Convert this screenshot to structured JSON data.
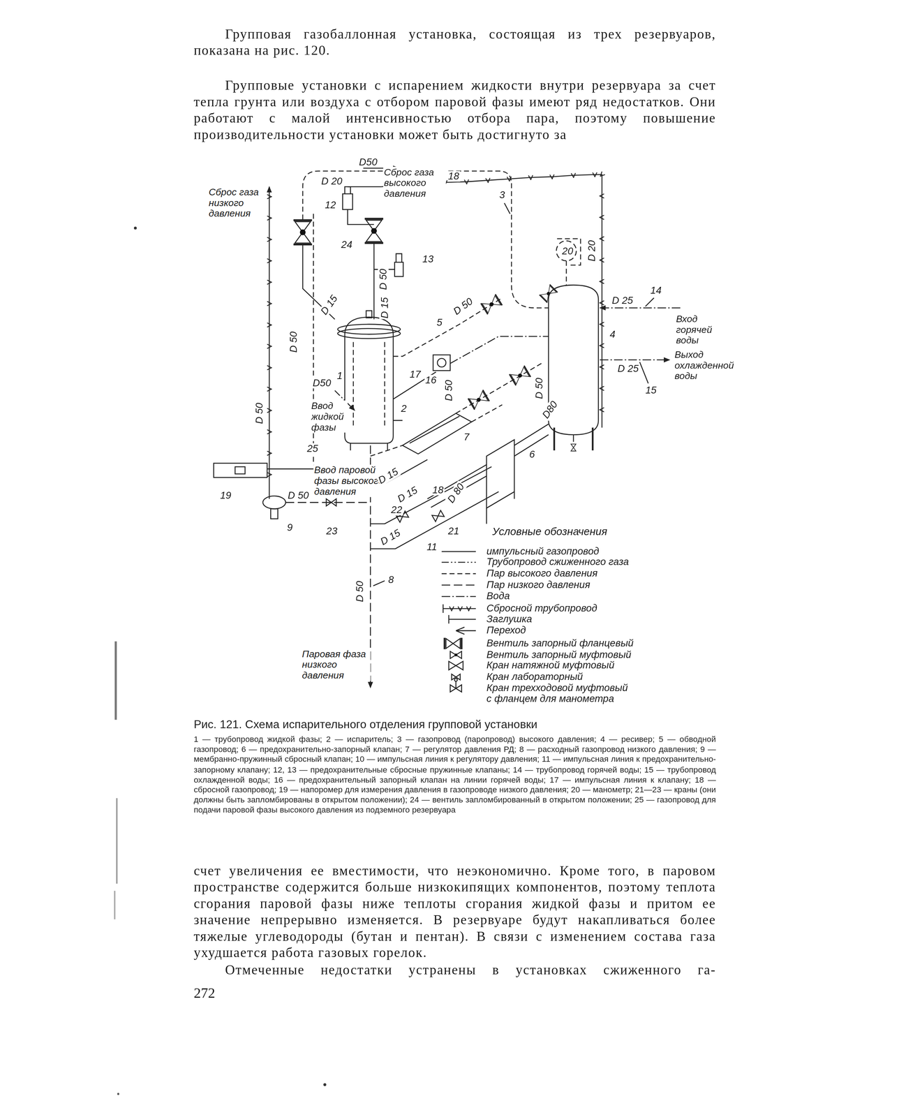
{
  "diagram": {
    "caption": "Рис. 121. Схема испарительного отделения групповой установки",
    "labels": [
      "Групповая газобаллонная установка, состоящая из трех резервуаров, показана на рис. 120.",
      "Групповые установки с испарением жидкости внутри резервуара за счет тепла грунта или воздуха с отбором паровой фазы имеют ряд недостатков. Они работают с малой интенсивностью отбора пара, поэтому повышение производительности установки может быть достигнуто за",
      "Сброс газа низкого давления",
      "D50",
      "D 20",
      "Сброс газа высокого давления",
      "18",
      "3",
      "12",
      "24",
      "13",
      "20",
      "D 20",
      "D 15",
      "D 50",
      "D 15",
      "D 50",
      "D 50",
      "5",
      "D 25",
      "14",
      "Вход горячей воды",
      "4",
      "D 25",
      "15",
      "Выход охлажденной воды",
      "D 50",
      "D50",
      "1",
      "Ввод жидкой фазы",
      "17",
      "2",
      "16",
      "D 50",
      "D 50",
      "D80",
      "7",
      "6",
      "25",
      "Ввод паровой фазы высокого давления",
      "19",
      "D 50",
      "D 15",
      "D 15",
      "18",
      "D 80",
      "9",
      "23",
      "22",
      "21",
      "D 15",
      "11",
      "8",
      "D 50",
      "Паровая фаза низкого давления",
      "Условные обозначения",
      "1 — трубопровод жидкой фазы; 2 — испаритель; 3 — газопровод (паропровод) высокого давления; 4 — ресивер; 5 — обводной газопровод; 6 — предохранительно-запорный клапан; 7 — регулятор давления РД; 8 — расходный газопровод низкого давления; 9 — мембранно-пружинный сбросный клапан; 10 — импульсная линия к регулятору давления; 11 — импульсная линия к предохранительно-запорному клапану; 12, 13 — предохранительные сбросные пружинные клапаны; 14 — трубопровод горячей воды; 15 — трубопровод охлажденной воды; 16 — предохранительный запорный клапан на линии горячей воды; 17 — импульсная линия к клапану; 18 — сбросной газопровод; 19 — напоромер для измерения давления в газопроводе низкого давления; 20 — манометр; 21—23 — краны (они должны быть запломбированы в открытом положении); 24 — вентиль запломбированный в открытом положении; 25 — газопровод для подачи паровой фазы высокого давления из подземного резервуара",
      "счет увеличения ее вместимости, что неэкономично. Кроме того, в паровом пространстве содержится больше низкокипящих компонентов, поэтому теплота сгорания паровой фазы ниже теплоты сгорания жидкой фазы и притом ее значение непрерывно изменяется. В резервуаре будут накапливаться более тяжелые углеводороды (бутан и пентан). В связи с изменением состава газа ухудшается работа газовых горелок.",
      "Отмеченные недостатки устранены в установках сжиженного га-",
      "272"
    ],
    "legend": [
      {
        "text": "импульсный газопровод"
      },
      {
        "text": "Трубопровод сжиженного газа"
      },
      {
        "text": "Пар высокого давления"
      },
      {
        "text": "Пар низкого давления"
      },
      {
        "text": "Вода"
      },
      {
        "text": "Сбросной трубопровод"
      },
      {
        "text": "Заглушка"
      },
      {
        "text": "Переход"
      },
      {
        "text": "Вентиль запорный фланцевый"
      },
      {
        "text": "Вентиль запорный муфтовый"
      },
      {
        "text": "Кран натяжной муфтовый"
      },
      {
        "text": "Кран лабораторный"
      },
      {
        "text": "Кран трехходовой муфтовый с фланцем для манометра"
      }
    ]
  }
}
